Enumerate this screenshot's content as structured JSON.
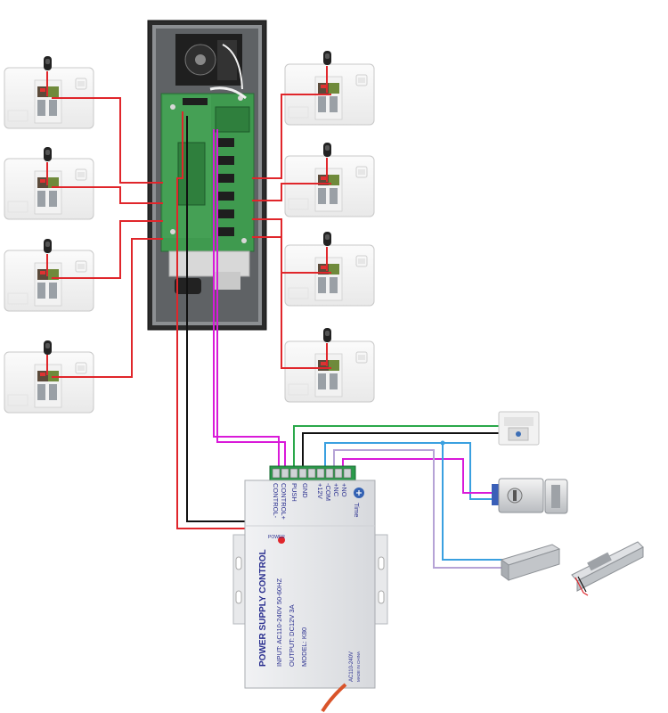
{
  "power_supply": {
    "terminals_left": [
      "CONTROL-",
      "CONTROL+",
      "PUSH",
      "GND"
    ],
    "terminals_right": [
      "+12V",
      "-COM",
      "+NC",
      "+NO"
    ],
    "time_label": "Time",
    "power_label": "POWER",
    "title": "POWER SUPPLY CONTROL",
    "input": "INPUT: AC110-240V 50-60HZ",
    "output": "OUTPUT: DC12V  3A",
    "model": "MODEL: K80",
    "side_voltage": "AC110-240V",
    "made_in": "MADE IN CHINA"
  },
  "colors": {
    "red_wire": "#e0262b",
    "black_wire": "#111111",
    "magenta_wire": "#d91ad9",
    "green_wire": "#2aa84a",
    "blue_wire": "#3aa0e0",
    "lilac_wire": "#b6a3d6",
    "pcb_green": "#3f9a4f",
    "psu_body": "#e4e6ea"
  },
  "devices": {
    "monitors": 8,
    "monitor_icon": "indoor-monitor-icon",
    "exit_button_icon": "exit-button-icon",
    "electric_lock_icon": "electric-lock-icon",
    "magnetic_lock_icon": "magnetic-lock-icon",
    "electric_bolt_icon": "electric-bolt-icon"
  }
}
